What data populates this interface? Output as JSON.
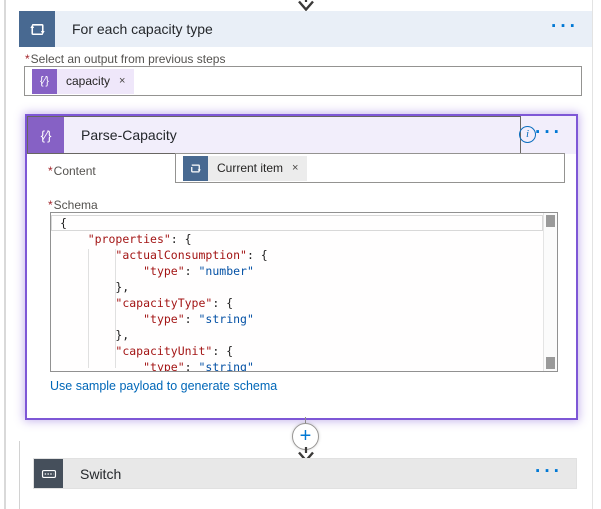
{
  "flow": {
    "foreach": {
      "title": "For each capacity type",
      "menu_dots": "···",
      "output_field": {
        "required_mark": "*",
        "label": "Select an output from previous steps",
        "token": {
          "text": "capacity",
          "remove": "×"
        }
      }
    },
    "parse": {
      "title": "Parse-Capacity",
      "info_glyph": "i",
      "menu_dots": "···",
      "content_field": {
        "required_mark": "*",
        "label": "Content",
        "token": {
          "text": "Current item",
          "remove": "×"
        }
      },
      "schema_field": {
        "required_mark": "*",
        "label": "Schema"
      },
      "schema_link": "Use sample payload to generate schema",
      "schema_lines": [
        {
          "hl": true,
          "seg": [
            {
              "t": "{",
              "c": "p"
            }
          ]
        },
        {
          "seg": [
            {
              "t": "    ",
              "c": "p"
            },
            {
              "t": "\"properties\"",
              "c": "k"
            },
            {
              "t": ": {",
              "c": "p"
            }
          ]
        },
        {
          "seg": [
            {
              "t": "        ",
              "c": "p"
            },
            {
              "t": "\"actualConsumption\"",
              "c": "k"
            },
            {
              "t": ": {",
              "c": "p"
            }
          ]
        },
        {
          "seg": [
            {
              "t": "            ",
              "c": "p"
            },
            {
              "t": "\"type\"",
              "c": "k"
            },
            {
              "t": ": ",
              "c": "p"
            },
            {
              "t": "\"number\"",
              "c": "s"
            }
          ]
        },
        {
          "seg": [
            {
              "t": "        },",
              "c": "p"
            }
          ]
        },
        {
          "seg": [
            {
              "t": "        ",
              "c": "p"
            },
            {
              "t": "\"capacityType\"",
              "c": "k"
            },
            {
              "t": ": {",
              "c": "p"
            }
          ]
        },
        {
          "seg": [
            {
              "t": "            ",
              "c": "p"
            },
            {
              "t": "\"type\"",
              "c": "k"
            },
            {
              "t": ": ",
              "c": "p"
            },
            {
              "t": "\"string\"",
              "c": "s"
            }
          ]
        },
        {
          "seg": [
            {
              "t": "        },",
              "c": "p"
            }
          ]
        },
        {
          "seg": [
            {
              "t": "        ",
              "c": "p"
            },
            {
              "t": "\"capacityUnit\"",
              "c": "k"
            },
            {
              "t": ": {",
              "c": "p"
            }
          ]
        },
        {
          "seg": [
            {
              "t": "            ",
              "c": "p"
            },
            {
              "t": "\"type\"",
              "c": "k"
            },
            {
              "t": ": ",
              "c": "p"
            },
            {
              "t": "\"string\"",
              "c": "s"
            }
          ]
        }
      ]
    },
    "insert_plus": "+",
    "switch": {
      "title": "Switch",
      "menu_dots": "···"
    }
  },
  "colors": {
    "accent_blue": "#0078d4",
    "control_slate": "#486991",
    "data_operation_purple": "#8661c5",
    "selection_purple": "#7e57d6",
    "foreach_header_bg": "#e9eff7",
    "parse_header_bg": "#f2eefb",
    "switch_header_bg": "#e8e8e8",
    "required_red": "#a4262c",
    "code_key_red": "#a31515",
    "code_string_blue": "#0451a5",
    "link_blue": "#0067b8"
  }
}
